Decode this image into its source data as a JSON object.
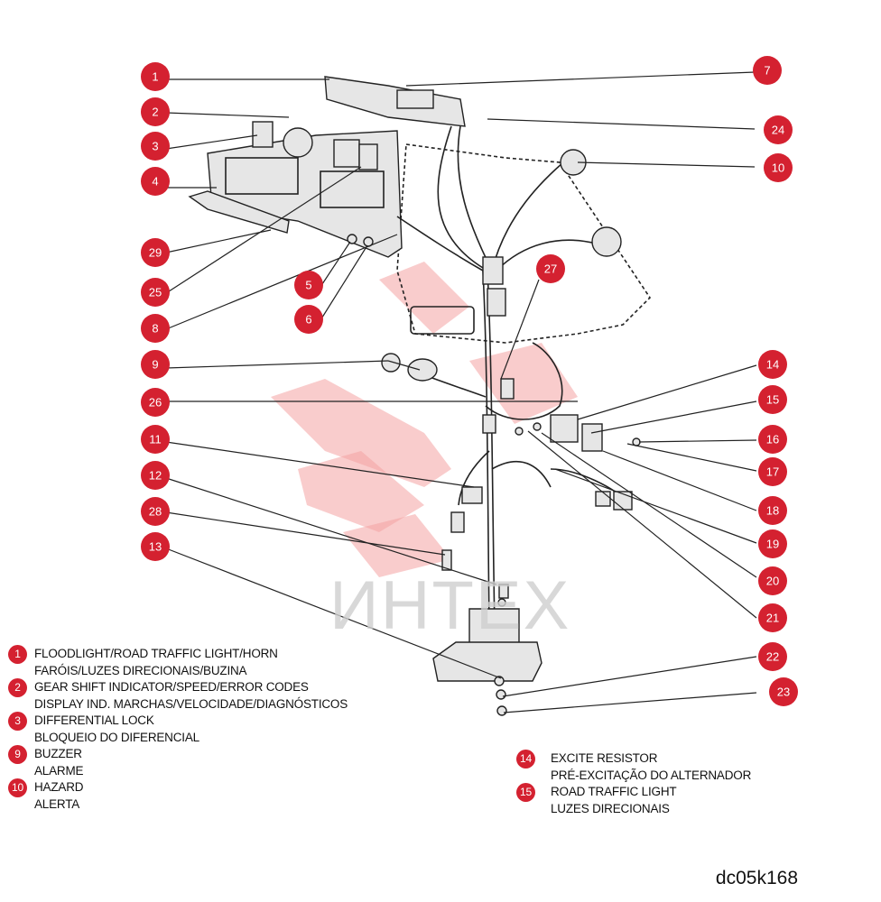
{
  "watermark_text": "ИНТЕХ",
  "figure_code": "dc05k168",
  "legend_left": [
    {
      "num": "1",
      "en": "FLOODLIGHT/ROAD TRAFFIC LIGHT/HORN",
      "pt": "FARÓIS/LUZES DIRECIONAIS/BUZINA"
    },
    {
      "num": "2",
      "en": "GEAR SHIFT INDICATOR/SPEED/ERROR CODES",
      "pt": "DISPLAY IND. MARCHAS/VELOCIDADE/DIAGNÓSTICOS"
    },
    {
      "num": "3",
      "en": "DIFFERENTIAL LOCK",
      "pt": "BLOQUEIO DO DIFERENCIAL"
    },
    {
      "num": "9",
      "en": "BUZZER",
      "pt": "ALARME"
    },
    {
      "num": "10",
      "en": "HAZARD",
      "pt": "ALERTA"
    }
  ],
  "legend_right": [
    {
      "num": "14",
      "en": "EXCITE RESISTOR",
      "pt": "PRÉ-EXCITAÇÃO DO ALTERNADOR"
    },
    {
      "num": "15",
      "en": "ROAD TRAFFIC LIGHT",
      "pt": "LUZES DIRECIONAIS"
    }
  ],
  "callouts": {
    "c1": "1",
    "c2": "2",
    "c3": "3",
    "c4": "4",
    "c29": "29",
    "c25": "25",
    "c8": "8",
    "c5": "5",
    "c6": "6",
    "c9": "9",
    "c26": "26",
    "c11": "11",
    "c12": "12",
    "c28": "28",
    "c13": "13",
    "c7": "7",
    "c24": "24",
    "c10": "10",
    "c27": "27",
    "c14": "14",
    "c15": "15",
    "c16": "16",
    "c17": "17",
    "c18": "18",
    "c19": "19",
    "c20": "20",
    "c21": "21",
    "c22": "22",
    "c23": "23"
  }
}
